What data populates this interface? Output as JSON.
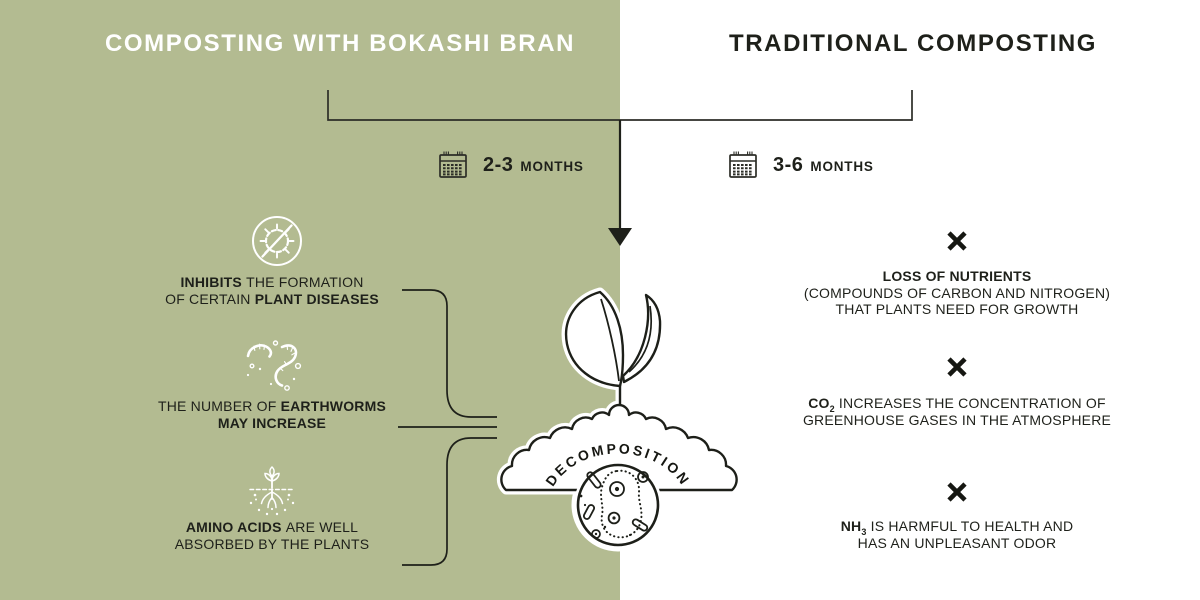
{
  "palette": {
    "green": "#b3bb91",
    "ink": "#1e201a",
    "line": "#2c2d27",
    "white": "#ffffff"
  },
  "headers": {
    "left": "COMPOSTING WITH BOKASHI BRAN",
    "right": "TRADITIONAL COMPOSTING"
  },
  "durations": {
    "left": {
      "icon": "calendar-icon",
      "value": "2-3",
      "unit": "MONTHS"
    },
    "right": {
      "icon": "calendar-icon",
      "value": "3-6",
      "unit": "MONTHS"
    }
  },
  "center": {
    "label": "DECOMPOSITION",
    "illustration": "sprout-over-compost-mound-with-microbes"
  },
  "left_column": {
    "items": [
      {
        "icon": "no-pathogen-icon",
        "lines": [
          {
            "parts": [
              {
                "text": "INHIBITS ",
                "bold": true
              },
              {
                "text": "THE FORMATION",
                "bold": false
              }
            ]
          },
          {
            "parts": [
              {
                "text": "OF CERTAIN ",
                "bold": false
              },
              {
                "text": "PLANT DISEASES",
                "bold": true
              }
            ]
          }
        ]
      },
      {
        "icon": "earthworms-icon",
        "lines": [
          {
            "parts": [
              {
                "text": "THE NUMBER OF ",
                "bold": false
              },
              {
                "text": "EARTHWORMS",
                "bold": true
              }
            ]
          },
          {
            "parts": [
              {
                "text": "MAY INCREASE",
                "bold": true
              }
            ]
          }
        ]
      },
      {
        "icon": "roots-absorption-icon",
        "lines": [
          {
            "parts": [
              {
                "text": "AMINO ACIDS ",
                "bold": true
              },
              {
                "text": "ARE WELL",
                "bold": false
              }
            ]
          },
          {
            "parts": [
              {
                "text": "ABSORBED BY THE PLANTS",
                "bold": false
              }
            ]
          }
        ]
      }
    ]
  },
  "right_column": {
    "items": [
      {
        "marker": "cross",
        "lines": [
          {
            "parts": [
              {
                "text": "LOSS OF NUTRIENTS",
                "bold": true
              }
            ]
          },
          {
            "parts": [
              {
                "text": "(COMPOUNDS OF CARBON AND NITROGEN)",
                "bold": false
              }
            ]
          },
          {
            "parts": [
              {
                "text": "THAT PLANTS NEED FOR GROWTH",
                "bold": false
              }
            ]
          }
        ]
      },
      {
        "marker": "cross",
        "lines": [
          {
            "parts": [
              {
                "text": "CO",
                "bold": true
              },
              {
                "text": "2",
                "bold": true,
                "sub": true
              },
              {
                "text": " INCREASES THE CONCENTRATION OF",
                "bold": false
              }
            ]
          },
          {
            "parts": [
              {
                "text": "GREENHOUSE GASES IN THE ATMOSPHERE",
                "bold": false
              }
            ]
          }
        ]
      },
      {
        "marker": "cross",
        "lines": [
          {
            "parts": [
              {
                "text": "NH",
                "bold": true
              },
              {
                "text": "3",
                "bold": true,
                "sub": true
              },
              {
                "text": " IS HARMFUL TO HEALTH AND",
                "bold": false
              }
            ]
          },
          {
            "parts": [
              {
                "text": "HAS AN UNPLEASANT ODOR",
                "bold": false
              }
            ]
          }
        ]
      }
    ]
  }
}
